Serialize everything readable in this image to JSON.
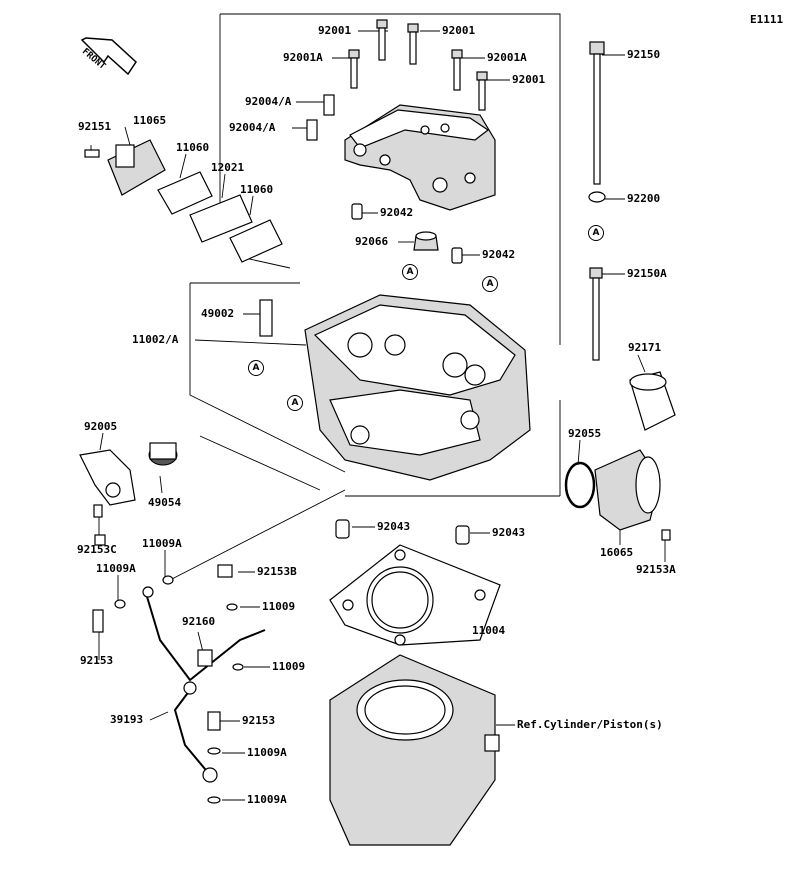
{
  "diagram_code": "E1111",
  "front_label": "FRONT",
  "callouts": {
    "c92001_a": "92001",
    "c92001_b": "92001",
    "c92001A_a": "92001A",
    "c92001A_b": "92001A",
    "c92001_c": "92001",
    "c92004A_a": "92004/A",
    "c92004A_b": "92004/A",
    "c92150": "92150",
    "c92151": "92151",
    "c11065": "11065",
    "c11060_a": "11060",
    "c12021": "12021",
    "c11060_b": "11060",
    "c92042_a": "92042",
    "c92200": "92200",
    "c92066": "92066",
    "c92042_b": "92042",
    "c92150A": "92150A",
    "c49002": "49002",
    "c11002A": "11002/A",
    "c92171": "92171",
    "c92005": "92005",
    "c92055": "92055",
    "c49054": "49054",
    "c92043_a": "92043",
    "c92043_b": "92043",
    "c92153C": "92153C",
    "c11009A_a": "11009A",
    "c16065": "16065",
    "c11009A_b": "11009A",
    "c92153B": "92153B",
    "c92153A": "92153A",
    "c11009_a": "11009",
    "c92160": "92160",
    "c11004": "11004",
    "c92153_a": "92153",
    "c11009_b": "11009",
    "c39193": "39193",
    "c92153_b": "92153",
    "cRef": "Ref.Cylinder/Piston(s)",
    "c11009A_c": "11009A",
    "c11009A_d": "11009A"
  },
  "ref_marker": "A"
}
